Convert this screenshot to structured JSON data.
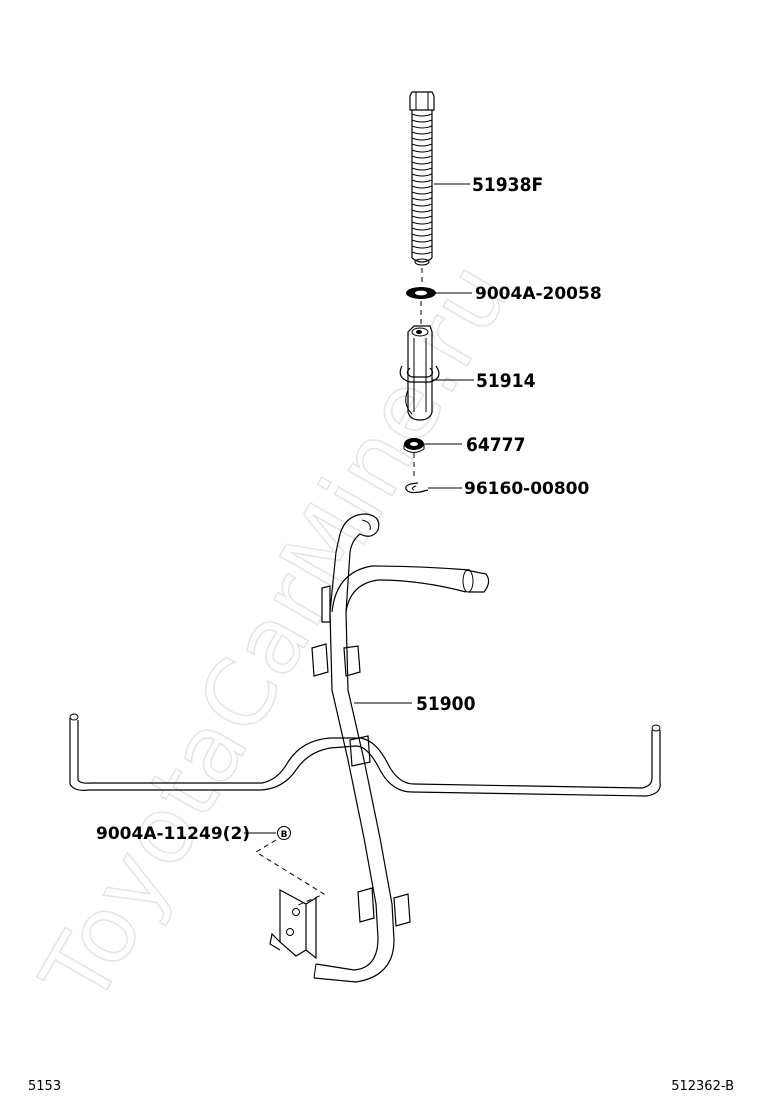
{
  "watermark": "ToyotaCarMine.ru",
  "parts": {
    "bolt": "51938F",
    "washer": "9004A-20058",
    "bracket": "51914",
    "ring": "64777",
    "clip": "96160-00800",
    "carrier": "51900",
    "bolt_set": "9004A-11249(2)",
    "bolt_set_marker": "B"
  },
  "footer": {
    "left_code": "5153",
    "right_code": "512362-B"
  }
}
